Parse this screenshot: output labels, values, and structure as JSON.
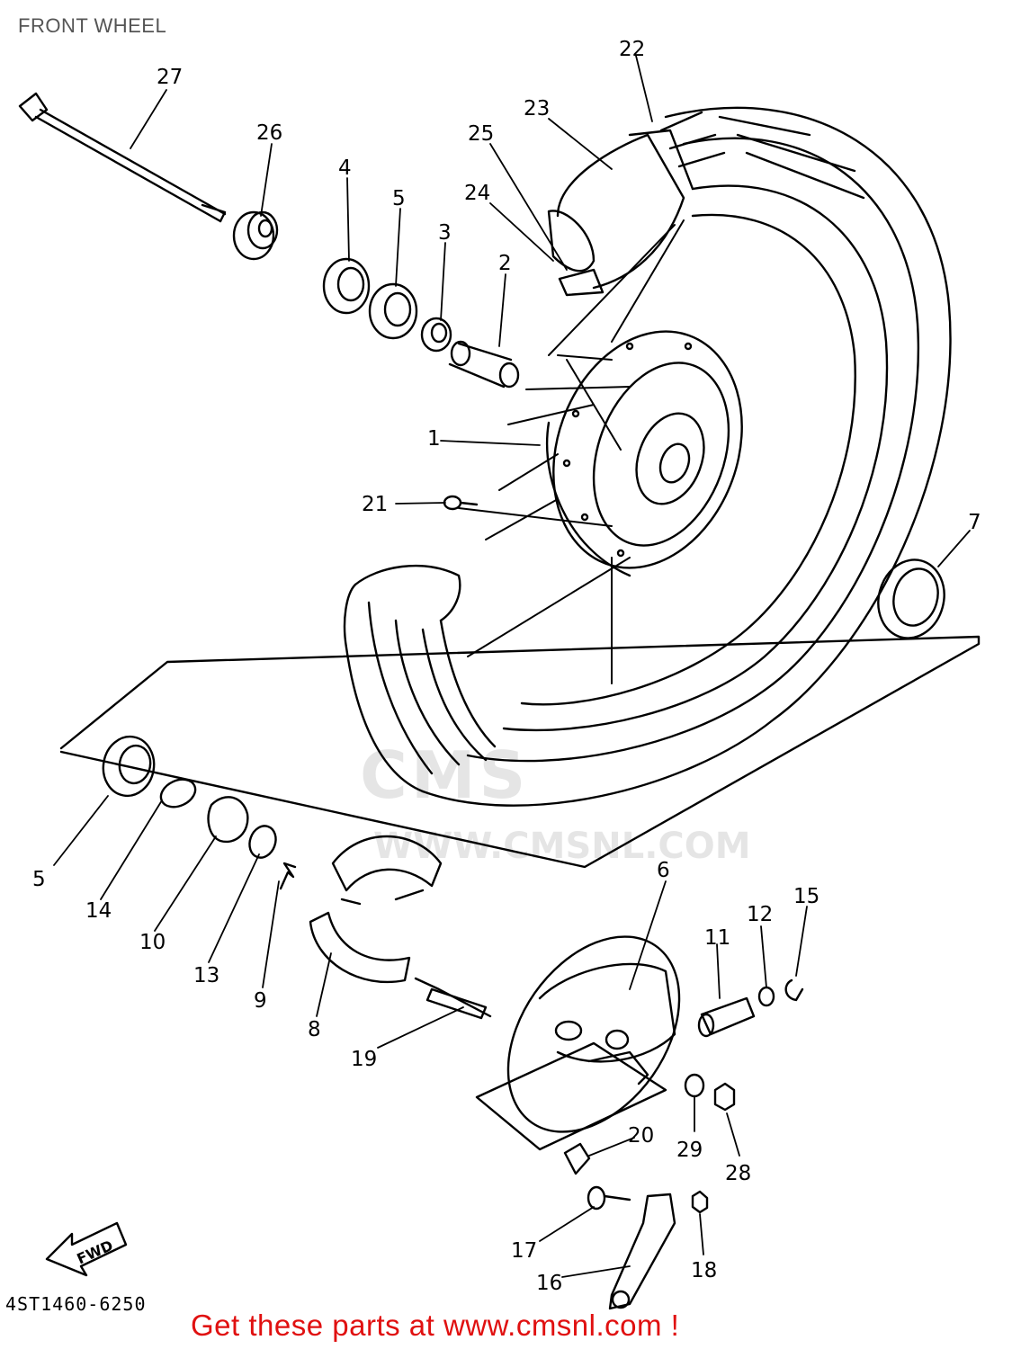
{
  "page": {
    "title": "FRONT WHEEL"
  },
  "diagram": {
    "code": "4ST1460-6250",
    "fwd_label": "FWD",
    "callouts": [
      "27",
      "26",
      "4",
      "5",
      "3",
      "2",
      "22",
      "23",
      "25",
      "24",
      "1",
      "21",
      "7",
      "5",
      "14",
      "10",
      "13",
      "9",
      "8",
      "6",
      "11",
      "12",
      "15",
      "19",
      "20",
      "29",
      "28",
      "17",
      "16",
      "18"
    ]
  },
  "watermark": {
    "logo": "CMS",
    "url": "WWW.CMSNL.COM"
  },
  "footer": {
    "cta": "Get these parts at www.cmsnl.com !"
  },
  "colors": {
    "cta": "#e01010",
    "title": "#555555",
    "line": "#000000"
  }
}
